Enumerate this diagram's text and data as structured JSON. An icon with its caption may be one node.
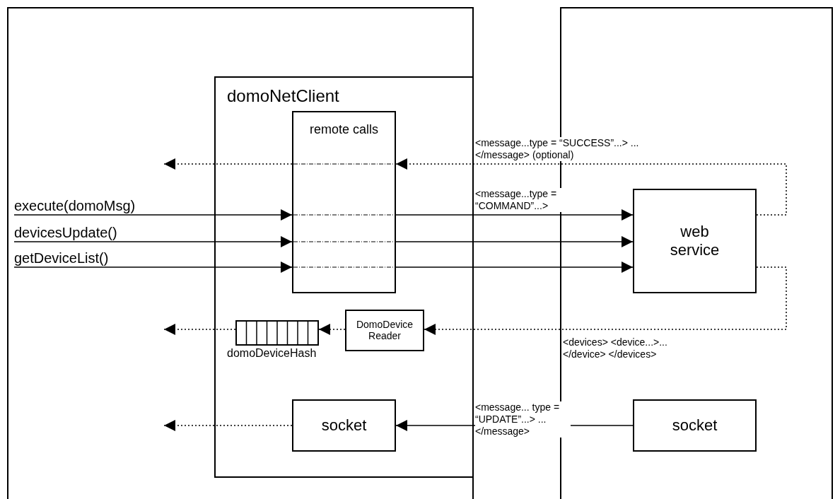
{
  "diagram": {
    "nodes": [
      {
        "text": [],
        "shape": "box"
      },
      {
        "text": [
          "domoNetClient"
        ],
        "in": 0
      },
      {
        "text": [
          "remote calls"
        ],
        "in": 1
      },
      {
        "text": [
          "execute(domoMsg)"
        ],
        "in": 0
      },
      {
        "text": [
          "devicesUpdate()"
        ],
        "in": 0
      },
      {
        "text": [
          "getDeviceList()"
        ],
        "in": 0
      },
      {
        "text": [],
        "shape": "bar",
        "in": 1,
        "beside": [
          "domoDeviceHash"
        ]
      },
      {
        "text": [
          "DomoDevice Reader"
        ],
        "in": 1
      },
      {
        "text": [
          "socket"
        ],
        "in": 1
      },
      {
        "text": [],
        "shape": "box"
      },
      {
        "text": [
          "web service"
        ],
        "in": 9
      },
      {
        "text": [
          "socket"
        ],
        "in": 9
      }
    ],
    "edges": [
      {
        "from": 10,
        "to": 2,
        "arrow": "to",
        "style": "dashed",
        "label": "<message...type = “SUCCESS”...> ...</message> (optional)"
      },
      {
        "from": 2,
        "to": null,
        "arrow": "to",
        "style": "dashed"
      },
      {
        "from": 3,
        "to": 2,
        "arrow": "to"
      },
      {
        "from": 4,
        "to": 2,
        "arrow": "to"
      },
      {
        "from": 5,
        "to": 2,
        "arrow": "to"
      },
      {
        "from": 2,
        "to": 10,
        "arrow": "to",
        "label": "<message...type = “COMMAND”...>"
      },
      {
        "from": 2,
        "to": 10,
        "arrow": "to"
      },
      {
        "from": 2,
        "to": 10,
        "arrow": "to"
      },
      {
        "from": 10,
        "to": 7,
        "arrow": "to",
        "style": "dashed",
        "label": "<devices> <device...>...</device> </devices>"
      },
      {
        "from": 7,
        "to": 6,
        "arrow": "to",
        "style": "dashed"
      },
      {
        "from": 6,
        "to": null,
        "arrow": "to",
        "style": "dashed"
      },
      {
        "from": 11,
        "to": 8,
        "arrow": "to",
        "label": "<message... type = “UPDATE”...> ...</message>"
      },
      {
        "from": 8,
        "to": null,
        "arrow": "to",
        "style": "dashed"
      }
    ]
  }
}
